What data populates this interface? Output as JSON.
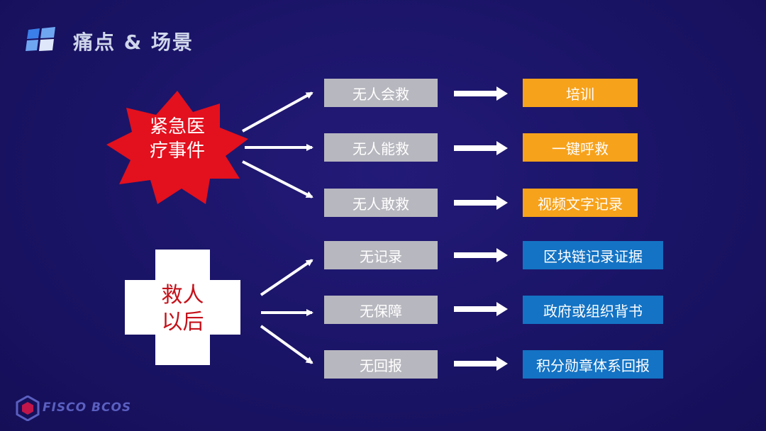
{
  "slide": {
    "title": "痛点 & 场景",
    "brand": "FISCO BCOS"
  },
  "groups": [
    {
      "label_line1": "紧急医",
      "label_line2": "疗事件",
      "rows": [
        {
          "problem": "无人会救",
          "solution": "培训"
        },
        {
          "problem": "无人能救",
          "solution": "一键呼救"
        },
        {
          "problem": "无人敢救",
          "solution": "视频文字记录"
        }
      ]
    },
    {
      "label_line1": "救人",
      "label_line2": "以后",
      "rows": [
        {
          "problem": "无记录",
          "solution": "区块链记录证据"
        },
        {
          "problem": "无保障",
          "solution": "政府或组织背书"
        },
        {
          "problem": "无回报",
          "solution": "积分勋章体系回报"
        }
      ]
    }
  ],
  "colors": {
    "background": "#1a1466",
    "problem_box": "#b7b7bf",
    "solution_orange": "#f7a21b",
    "solution_blue": "#1473c4",
    "star": "#e3101d",
    "arrow": "#ffffff"
  },
  "icons": {
    "title_logo": "windows-like-squares-icon",
    "brand_logo": "cube-hexagon-icon"
  }
}
